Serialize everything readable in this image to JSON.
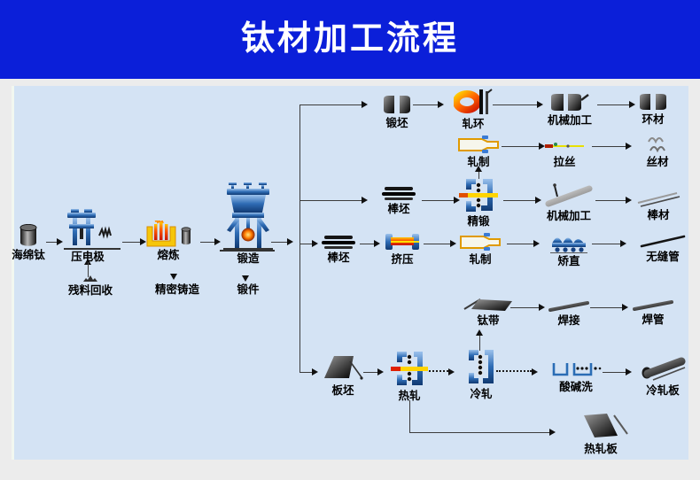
{
  "header": {
    "title": "钛材加工流程"
  },
  "colors": {
    "banner_bg": "#0b1fd9",
    "banner_text": "#ffffff",
    "panel_bg": "#d4e3f4",
    "page_bg": "#ececec",
    "machine_blue": "#2e6cb5",
    "hot_orange": "#ff6400",
    "furnace_yellow": "#f5c60a",
    "line_black": "#101010"
  },
  "nodes": {
    "sponge": {
      "label": "海绵钛"
    },
    "press_electrode": {
      "label": "压电极"
    },
    "scrap_recovery": {
      "label": "残料回收"
    },
    "melting": {
      "label": "熔炼"
    },
    "precision_casting": {
      "label": "精密铸造"
    },
    "forging": {
      "label": "锻造"
    },
    "forgings": {
      "label": "锻件"
    },
    "forged_billet": {
      "label": "锻坯"
    },
    "ring_rolling": {
      "label": "轧环"
    },
    "machining_ring": {
      "label": "机械加工"
    },
    "ring_material": {
      "label": "环材"
    },
    "rolling_wire": {
      "label": "轧制"
    },
    "wire_drawing": {
      "label": "拉丝"
    },
    "wire_material": {
      "label": "丝材"
    },
    "bar_billet_a": {
      "label": "棒坯"
    },
    "precision_forging": {
      "label": "精锻"
    },
    "machining_bar": {
      "label": "机械加工"
    },
    "bar_material": {
      "label": "棒材"
    },
    "bar_billet_b": {
      "label": "棒坯"
    },
    "extrusion": {
      "label": "挤压"
    },
    "rolling_tube": {
      "label": "轧制"
    },
    "straightening": {
      "label": "矫直"
    },
    "seamless_tube": {
      "label": "无缝管"
    },
    "titanium_strip": {
      "label": "钛带"
    },
    "welding": {
      "label": "焊接"
    },
    "welded_tube": {
      "label": "焊管"
    },
    "slab": {
      "label": "板坯"
    },
    "hot_rolling": {
      "label": "热轧"
    },
    "cold_rolling": {
      "label": "冷轧"
    },
    "acid_alkali_wash": {
      "label": "酸碱洗"
    },
    "cold_rolled_plate": {
      "label": "冷轧板"
    },
    "hot_rolled_plate": {
      "label": "热轧板"
    }
  }
}
